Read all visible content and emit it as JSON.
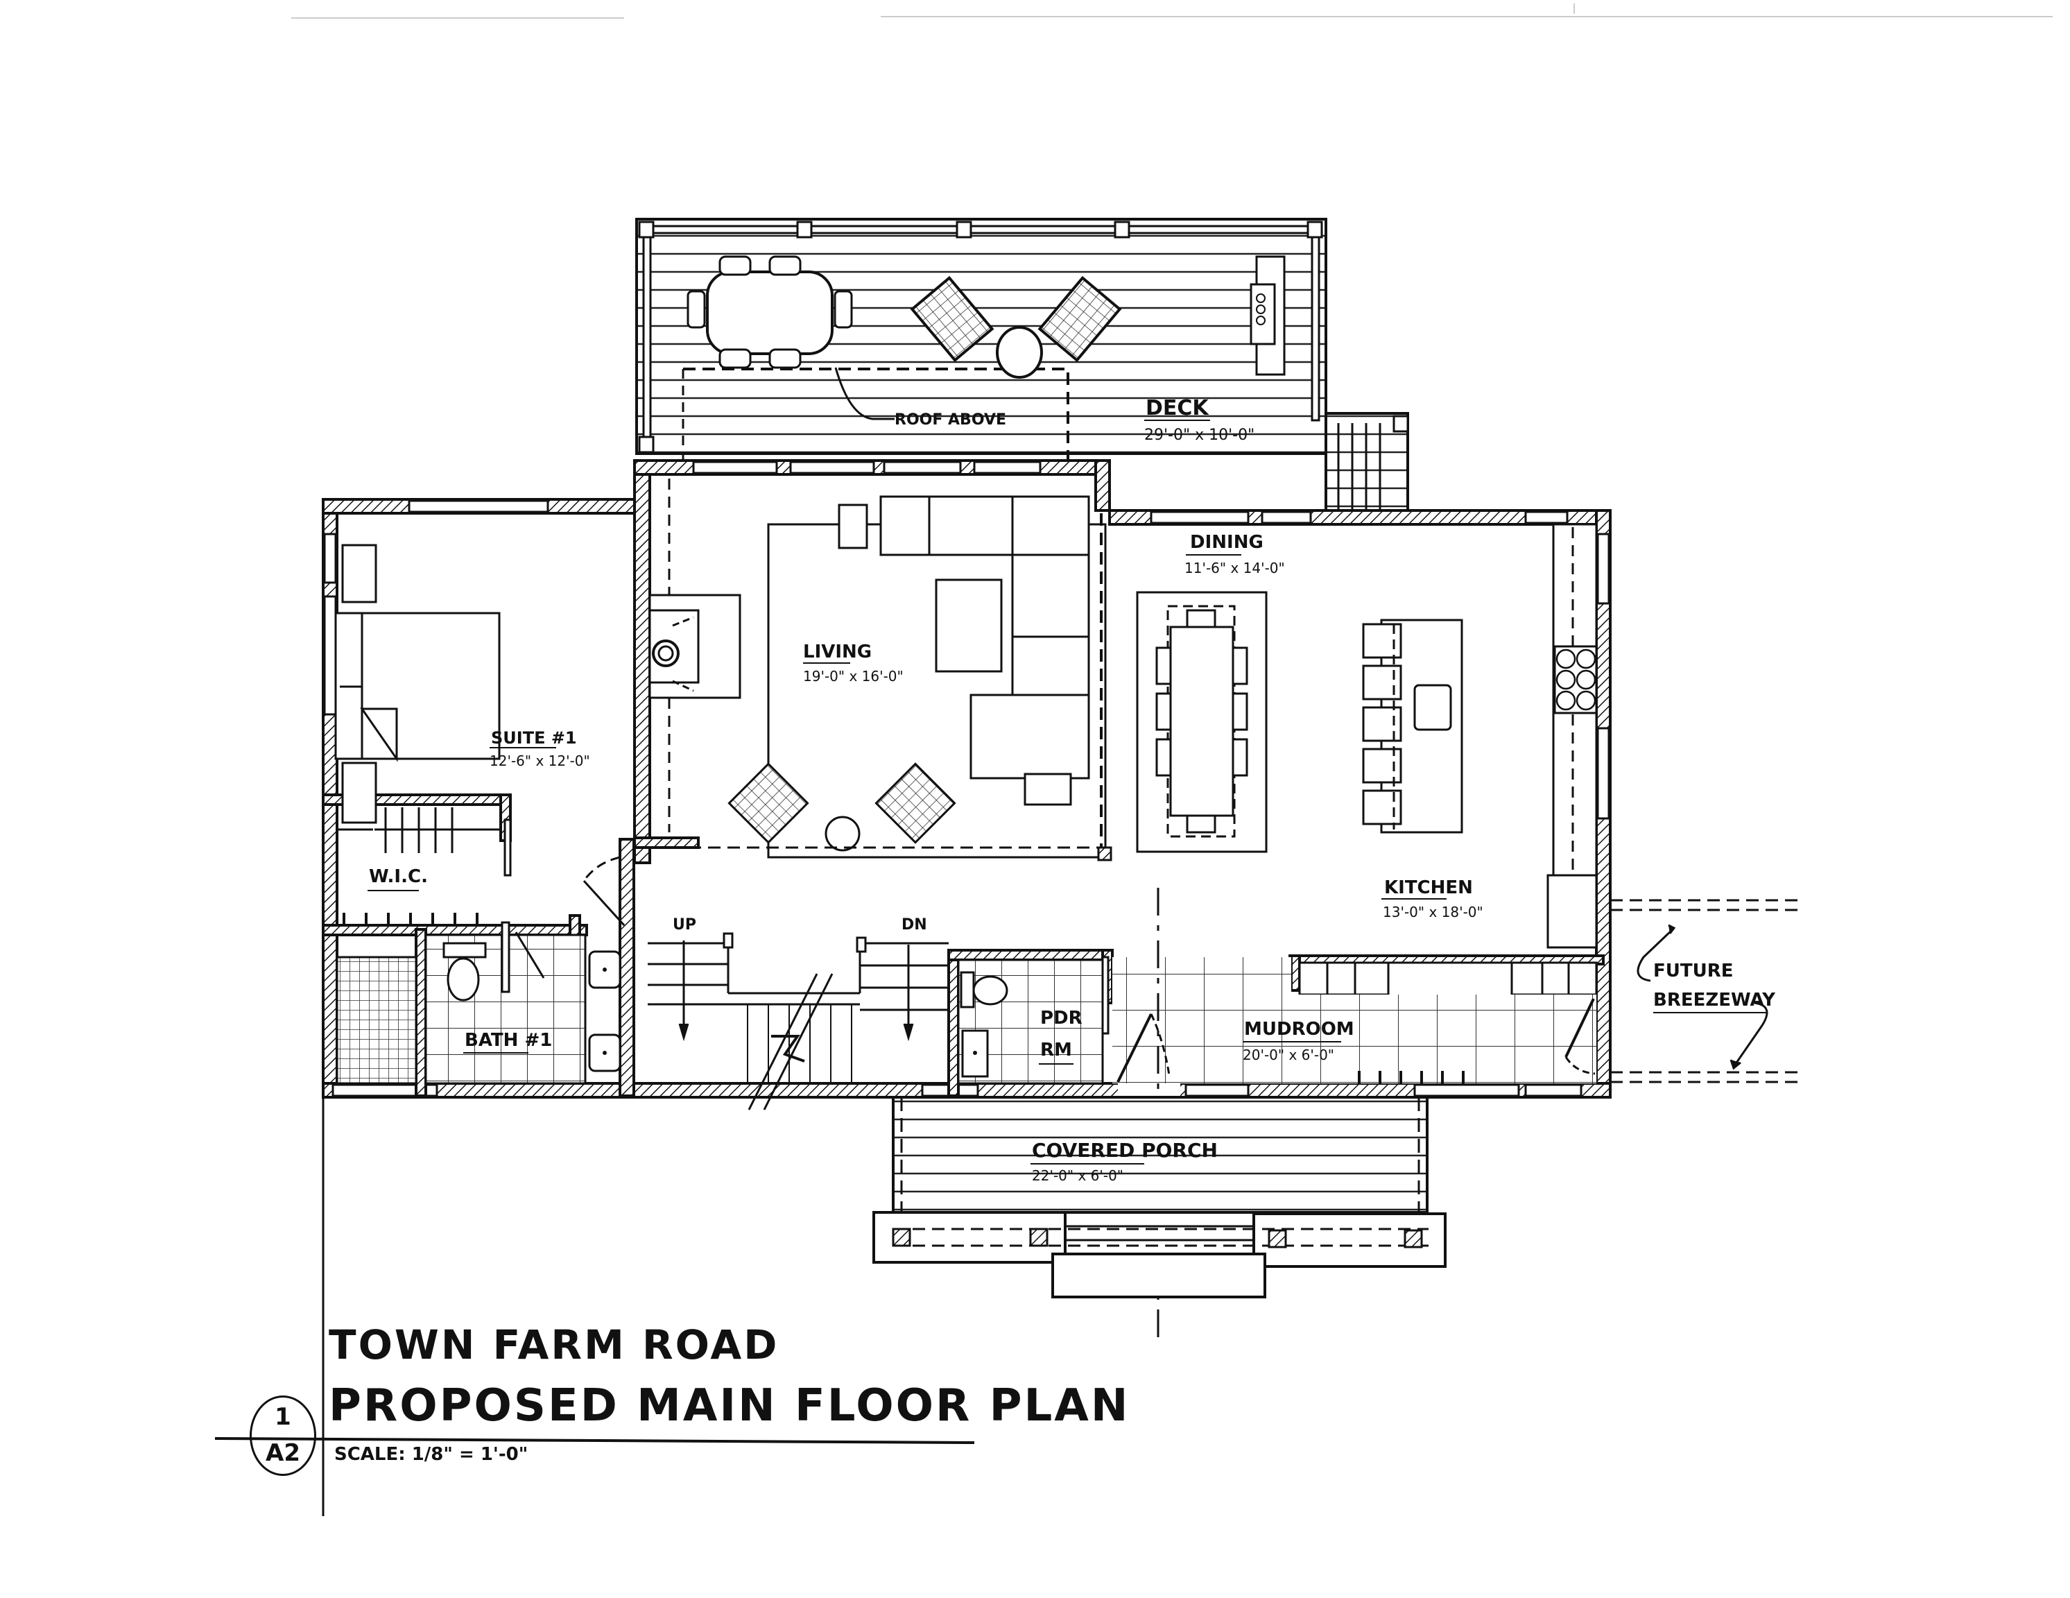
{
  "sheet": {
    "project_name": "TOWN FARM ROAD",
    "drawing_title": "PROPOSED MAIN FLOOR PLAN",
    "scale": "SCALE: 1/8\" = 1'-0\"",
    "detail_number": "1",
    "sheet_number": "A2"
  },
  "rooms": {
    "deck": {
      "name": "DECK",
      "size": "29'-0\" x 10'-0\""
    },
    "roof_above": {
      "note": "ROOF ABOVE"
    },
    "living": {
      "name": "LIVING",
      "size": "19'-0\" x 16'-0\""
    },
    "dining": {
      "name": "DINING",
      "size": "11'-6\" x 14'-0\""
    },
    "kitchen": {
      "name": "KITCHEN",
      "size": "13'-0\" x 18'-0\""
    },
    "suite": {
      "name": "SUITE #1",
      "size": "12'-6\" x 12'-0\""
    },
    "wic": {
      "name": "W.I.C."
    },
    "bath": {
      "name": "BATH #1"
    },
    "pdr": {
      "name_line1": "PDR",
      "name_line2": "RM"
    },
    "mudroom": {
      "name": "MUDROOM",
      "size": "20'-0\" x 6'-0\""
    },
    "porch": {
      "name": "COVERED PORCH",
      "size": "22'-0\" x 6'-0\""
    },
    "breezeway": {
      "line1": "FUTURE",
      "line2": "BREEZEWAY"
    }
  },
  "stairs": {
    "up": "UP",
    "down": "DN"
  },
  "colors": {
    "ink": "#111111",
    "paper": "#ffffff"
  }
}
